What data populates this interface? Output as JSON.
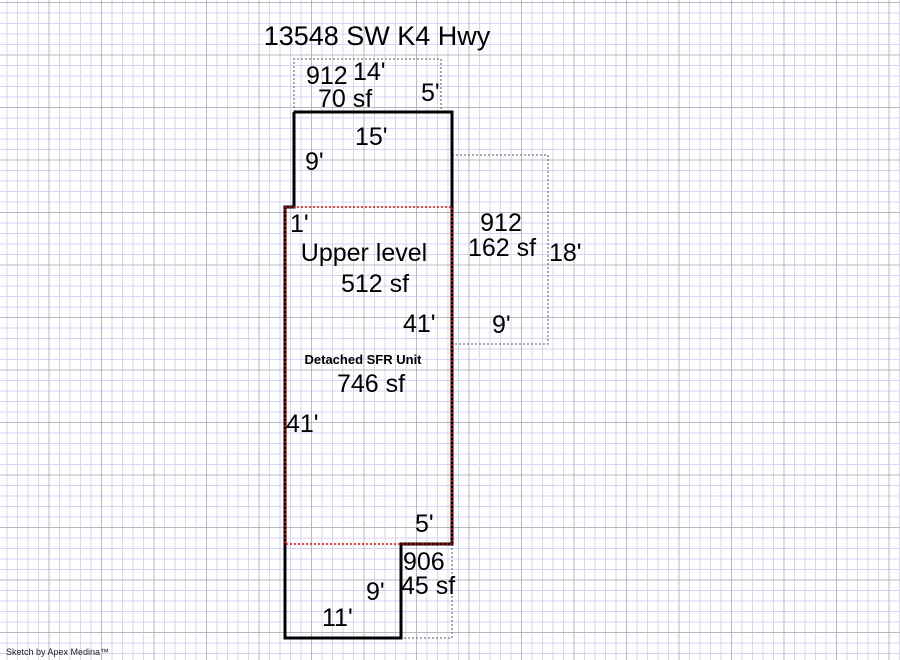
{
  "title": "13548 SW K4 Hwy",
  "areas": [
    {
      "code": "912",
      "area": "70 sf"
    },
    {
      "code": "912",
      "area": "162 sf"
    },
    {
      "code": "906",
      "area": "45 sf"
    }
  ],
  "upper": {
    "label": "Upper level",
    "area": "512 sf"
  },
  "main": {
    "label": "Detached SFR Unit",
    "area": "746 sf"
  },
  "dims": {
    "top_porch_width": "14'",
    "top_porch_depth": "5'",
    "top_width": "15'",
    "top_left": "9'",
    "jog": "1'",
    "right_len": "41'",
    "left_len": "41'",
    "right_deck_depth": "18'",
    "right_deck_width": "9'",
    "bottom_jog": "5'",
    "bottom_side": "9'",
    "bottom_width": "11'"
  },
  "footer": "Sketch by Apex Medina™",
  "colors": {
    "outline": "#000000",
    "level_line": "#ff0000",
    "attach": "#808080"
  }
}
